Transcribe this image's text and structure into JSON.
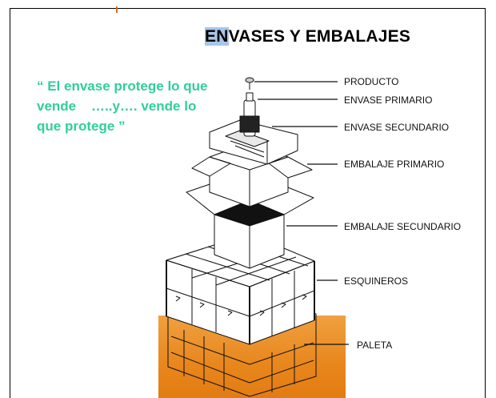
{
  "title": {
    "highlighted": "EN",
    "rest": "VASES Y EMBALAJES"
  },
  "quote": {
    "line1": "“ El envase protege lo que",
    "line2": "vende    …..y…. vende lo",
    "line3": "que protege ”"
  },
  "labels": {
    "producto": "PRODUCTO",
    "envase_primario": "ENVASE PRIMARIO",
    "envase_secundario": "ENVASE SECUNDARIO",
    "embalaje_primario": "EMBALAJE PRIMARIO",
    "embalaje_secundario": "EMBALAJE SECUNDARIO",
    "esquineros": "ESQUINEROS",
    "paleta": "PALETA"
  },
  "colors": {
    "quote": "#2fcf9c",
    "title_highlight": "#a9c5e8",
    "pallet": "#e8861c"
  }
}
